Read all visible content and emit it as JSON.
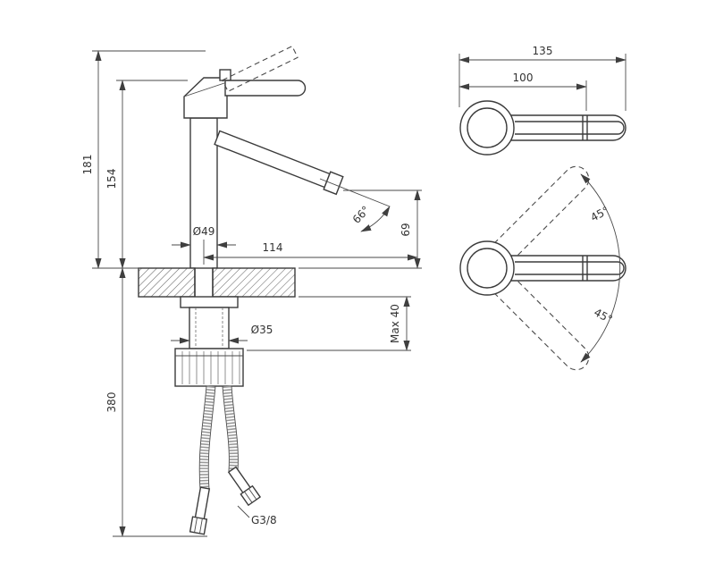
{
  "figure": {
    "background": "#ffffff",
    "line_color": "#3b3b3b",
    "subject": "faucet-technical-dimension-drawing"
  },
  "front_view": {
    "dims": {
      "total_height": "181",
      "body_height": "154",
      "hose_length": "380",
      "body_diameter": "Ø49",
      "spout_reach": "114",
      "spout_angle": "66°",
      "spout_height": "69",
      "shank_diameter": "Ø35",
      "max_deck_thickness": "Max 40",
      "hose_thread": "G3/8"
    }
  },
  "top_view": {
    "dims": {
      "overall_length": "135",
      "handle_length": "100"
    }
  },
  "swivel_view": {
    "dims": {
      "swivel_up": "45°",
      "swivel_down": "45°"
    }
  }
}
